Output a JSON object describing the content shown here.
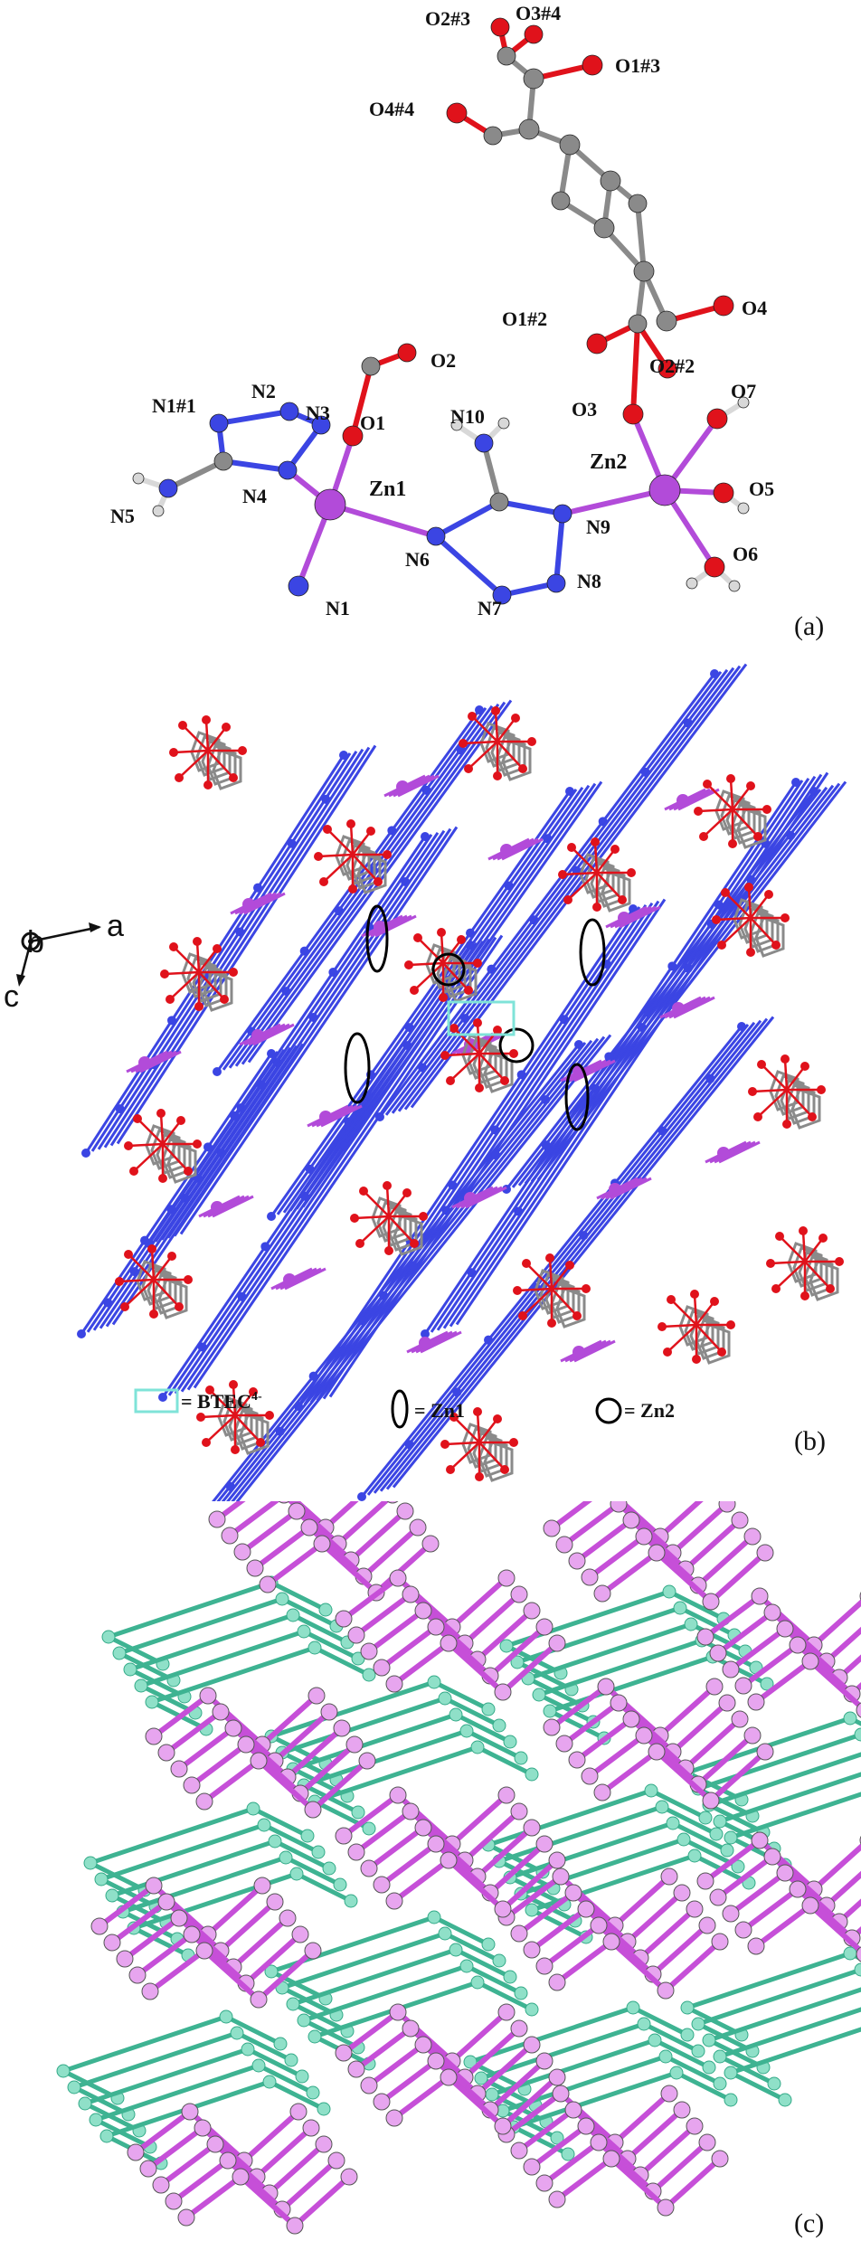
{
  "panels": {
    "a": {
      "label": "(a)"
    },
    "b": {
      "label": "(b)"
    },
    "c": {
      "label": "(c)"
    }
  },
  "atom_labels": {
    "o2_3": "O2#3",
    "o3_4": "O3#4",
    "o1_3": "O1#3",
    "o4_4": "O4#4",
    "o1_2": "O1#2",
    "o4": "O4",
    "o2_2": "O2#2",
    "o3": "O3",
    "o7": "O7",
    "o2": "O2",
    "o1": "O1",
    "o5": "O5",
    "o6": "O6",
    "n1_1": "N1#1",
    "n2": "N2",
    "n3": "N3",
    "n4": "N4",
    "n5": "N5",
    "n1": "N1",
    "n6": "N6",
    "n7": "N7",
    "n8": "N8",
    "n9": "N9",
    "n10": "N10",
    "zn1": "Zn1",
    "zn2": "Zn2"
  },
  "axes": {
    "a": "a",
    "b": "b",
    "c": "c"
  },
  "legend": {
    "btec_base": "= BTEC",
    "btec_sup": "4-",
    "zn1": "= Zn1",
    "zn2": "= Zn2"
  },
  "colors": {
    "oxygen": "#e0121b",
    "nitrogen": "#3b45e3",
    "carbon": "#8a8a8a",
    "zinc": "#b24bd9",
    "hydrogen": "#d8d8d8",
    "net_magenta": "#c64fd8",
    "net_teal": "#3eb392",
    "btec_box": "#7fe3d8"
  }
}
